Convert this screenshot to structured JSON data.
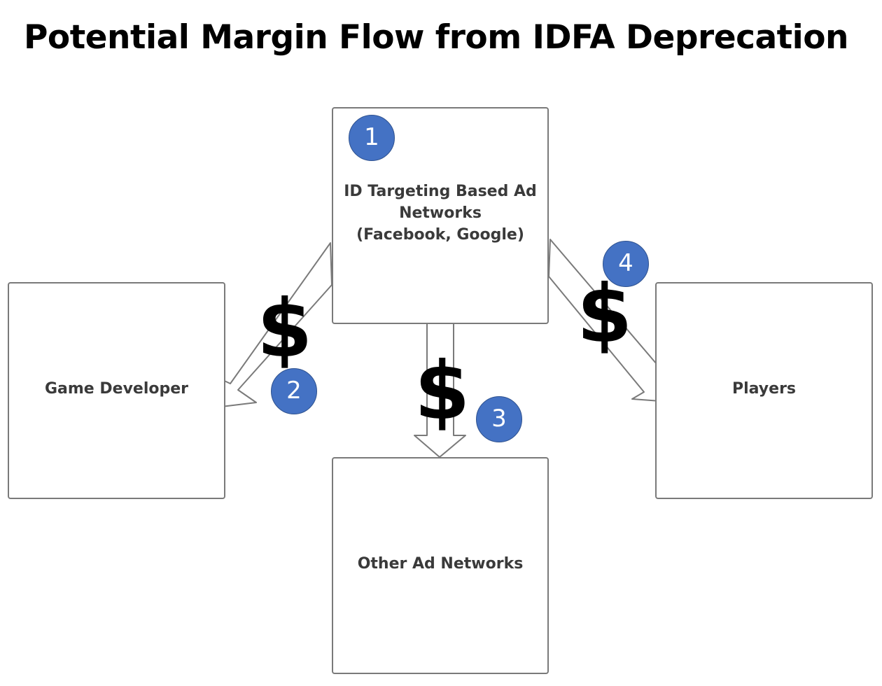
{
  "title": "Potential Margin Flow from IDFA Deprecation",
  "nodes": {
    "top": {
      "badge": "1",
      "lines": [
        "ID Targeting Based Ad",
        "Networks",
        "(Facebook, Google)"
      ]
    },
    "left": {
      "label": "Game Developer"
    },
    "bottom": {
      "label": "Other Ad Networks"
    },
    "right": {
      "label": "Players"
    }
  },
  "flows": [
    {
      "from": "top",
      "to": "left",
      "symbol": "$",
      "badge": "2"
    },
    {
      "from": "top",
      "to": "bottom",
      "symbol": "$",
      "badge": "3"
    },
    {
      "from": "top",
      "to": "right",
      "symbol": "$",
      "badge": "4"
    }
  ],
  "colors": {
    "badge_fill": "#4472c4",
    "box_border": "#7a7a7a",
    "label_text": "#3a3a3a"
  }
}
